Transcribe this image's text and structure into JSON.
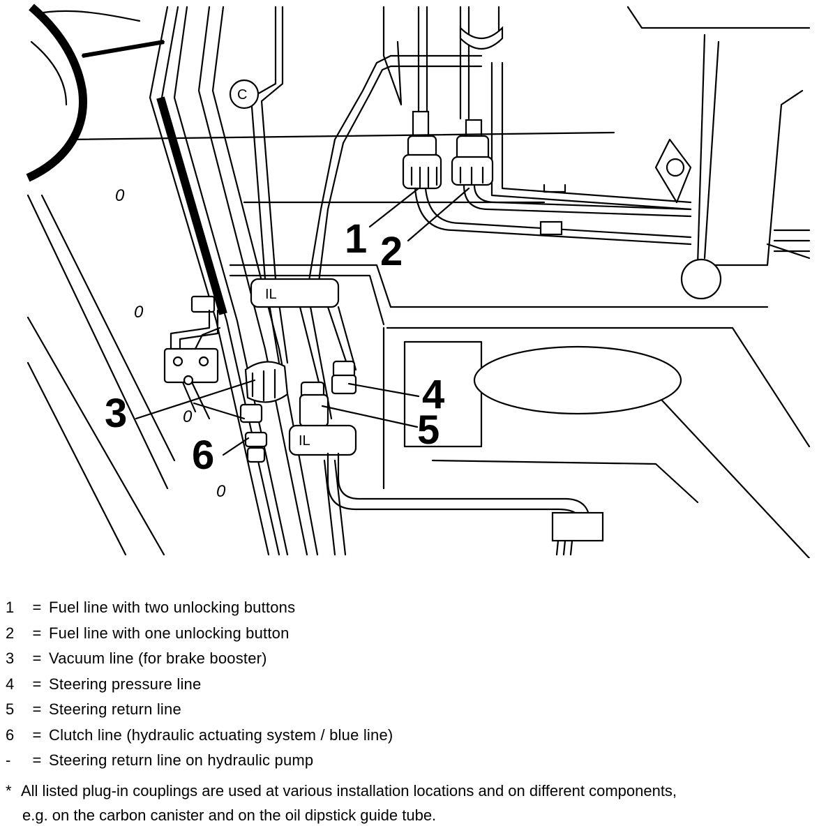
{
  "diagram": {
    "callouts": [
      "1",
      "2",
      "3",
      "4",
      "5",
      "6"
    ],
    "marks": [
      "0",
      "0",
      "0",
      "0"
    ],
    "clip_labels": [
      "IL",
      "IL"
    ],
    "part_letter": "C"
  },
  "legend": {
    "items": [
      {
        "num": "1",
        "eq": "=",
        "text": "Fuel line with two unlocking buttons"
      },
      {
        "num": "2",
        "eq": "=",
        "text": "Fuel line with one unlocking button"
      },
      {
        "num": "3",
        "eq": "=",
        "text": "Vacuum line (for brake booster)"
      },
      {
        "num": "4",
        "eq": "=",
        "text": "Steering pressure line"
      },
      {
        "num": "5",
        "eq": "=",
        "text": "Steering return line"
      },
      {
        "num": "6",
        "eq": "=",
        "text": "Clutch line (hydraulic actuating system / blue line)"
      },
      {
        "num": "-",
        "eq": "=",
        "text": "Steering return line on hydraulic pump"
      }
    ],
    "note": {
      "star": "*",
      "line1": "All listed plug-in couplings are used at various installation locations and on different components,",
      "line2": "e.g. on the carbon canister and on the oil dipstick guide tube."
    }
  }
}
